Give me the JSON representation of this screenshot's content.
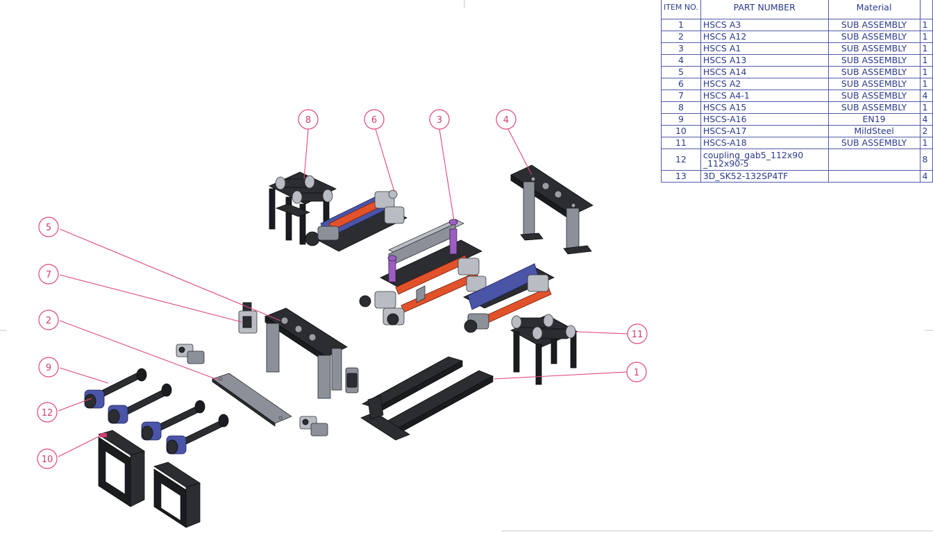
{
  "bom": {
    "headers": {
      "item_no": "ITEM NO.",
      "part_number": "PART NUMBER",
      "material": "Material"
    },
    "rows": [
      {
        "item": "1",
        "part": "HSCS A3",
        "material": "SUB ASSEMBLY",
        "qty": "1"
      },
      {
        "item": "2",
        "part": "HSCS A12",
        "material": "SUB ASSEMBLY",
        "qty": "1"
      },
      {
        "item": "3",
        "part": "HSCS A1",
        "material": "SUB ASSEMBLY",
        "qty": "1"
      },
      {
        "item": "4",
        "part": "HSCS A13",
        "material": "SUB ASSEMBLY",
        "qty": "1"
      },
      {
        "item": "5",
        "part": "HSCS A14",
        "material": "SUB ASSEMBLY",
        "qty": "1"
      },
      {
        "item": "6",
        "part": "HSCS A2",
        "material": "SUB ASSEMBLY",
        "qty": "1"
      },
      {
        "item": "7",
        "part": "HSCS A4-1",
        "material": "SUB ASSEMBLY",
        "qty": "4"
      },
      {
        "item": "8",
        "part": "HSCS A15",
        "material": "SUB ASSEMBLY",
        "qty": "1"
      },
      {
        "item": "9",
        "part": "HSCS-A16",
        "material": "EN19",
        "qty": "4"
      },
      {
        "item": "10",
        "part": "HSCS-A17",
        "material": "MildSteel",
        "qty": "2"
      },
      {
        "item": "11",
        "part": "HSCS-A18",
        "material": "SUB ASSEMBLY",
        "qty": "1"
      },
      {
        "item": "12",
        "part": "coupling_gab5_112x90\n_112x90-5",
        "material": "",
        "qty": "8"
      },
      {
        "item": "13",
        "part": "3D_SK52-132SP4TF",
        "material": "",
        "qty": "4"
      }
    ]
  },
  "balloons": [
    "8",
    "6",
    "3",
    "4",
    "5",
    "7",
    "2",
    "9",
    "12",
    "10",
    "11",
    "1"
  ],
  "colors": {
    "balloon": "#e0457b",
    "table_text": "#2a3a8c",
    "steel_dark": "#2b2d31",
    "roller": "#e2522a",
    "motor_blue": "#4a55a8"
  }
}
